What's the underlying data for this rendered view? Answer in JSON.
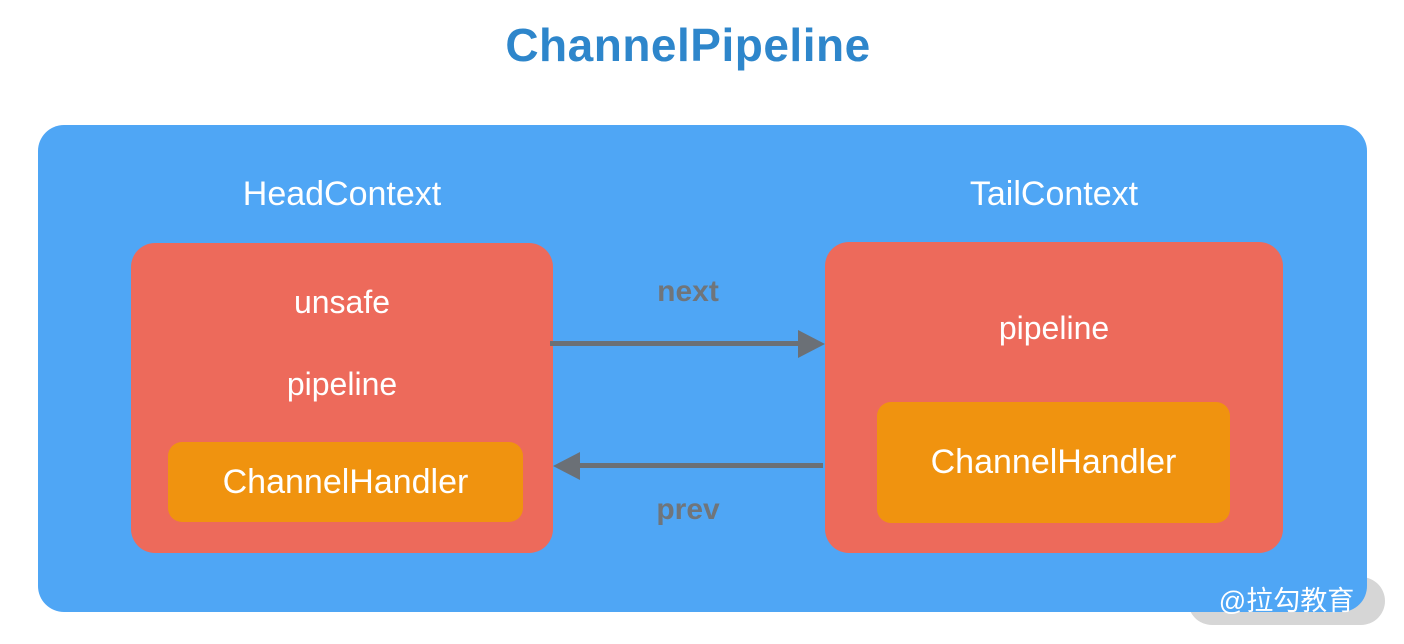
{
  "title": "ChannelPipeline",
  "pipeline": {
    "head": {
      "label": "HeadContext",
      "fields": [
        "unsafe",
        "pipeline"
      ],
      "handler": "ChannelHandler"
    },
    "tail": {
      "label": "TailContext",
      "fields": [
        "pipeline"
      ],
      "handler": "ChannelHandler"
    },
    "arrows": {
      "next": "next",
      "prev": "prev"
    }
  },
  "watermark": "@拉勾教育",
  "colors": {
    "title_blue": "#2E86CB",
    "container_blue": "#4FA6F5",
    "context_red": "#ED6A5B",
    "handler_orange": "#F0930F",
    "arrow_gray": "#6B7076",
    "arrow_label_gray": "#70757A",
    "watermark_pill_gray": "#D6D6D6",
    "text_white": "#FFFFFF"
  }
}
